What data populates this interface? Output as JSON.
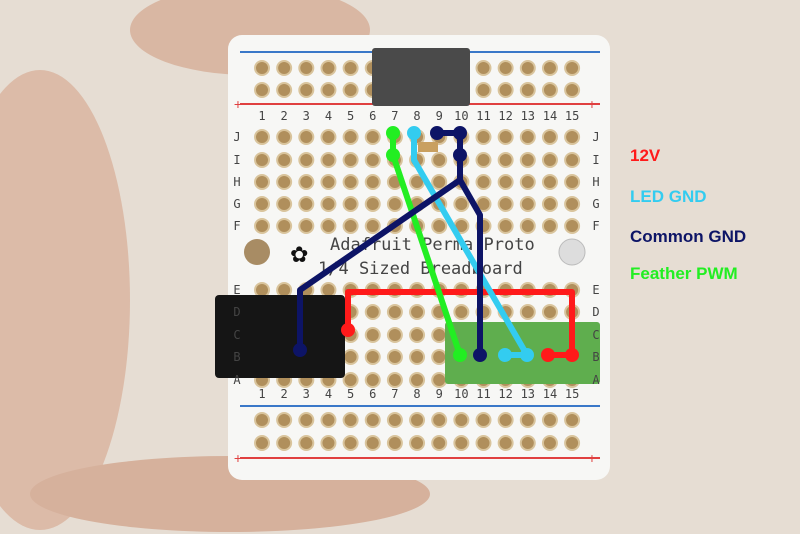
{
  "board": {
    "title_line1": "Adafruit Perma Proto",
    "title_line2": "1/4 Sized Breadboard",
    "columns": [
      "1",
      "2",
      "3",
      "4",
      "5",
      "6",
      "7",
      "8",
      "9",
      "10",
      "11",
      "12",
      "13",
      "14",
      "15"
    ],
    "top_rows": [
      "J",
      "I",
      "H",
      "G",
      "F"
    ],
    "bottom_rows": [
      "E",
      "D",
      "C",
      "B",
      "A"
    ],
    "rail_plus": "+",
    "rail_minus": "-"
  },
  "legend": [
    {
      "label": "12V",
      "color": "#ff1a1a"
    },
    {
      "label": "LED GND",
      "color": "#33ccf0"
    },
    {
      "label": "Common GND",
      "color": "#0d1466"
    },
    {
      "label": "Feather PWM",
      "color": "#22ee22"
    }
  ]
}
